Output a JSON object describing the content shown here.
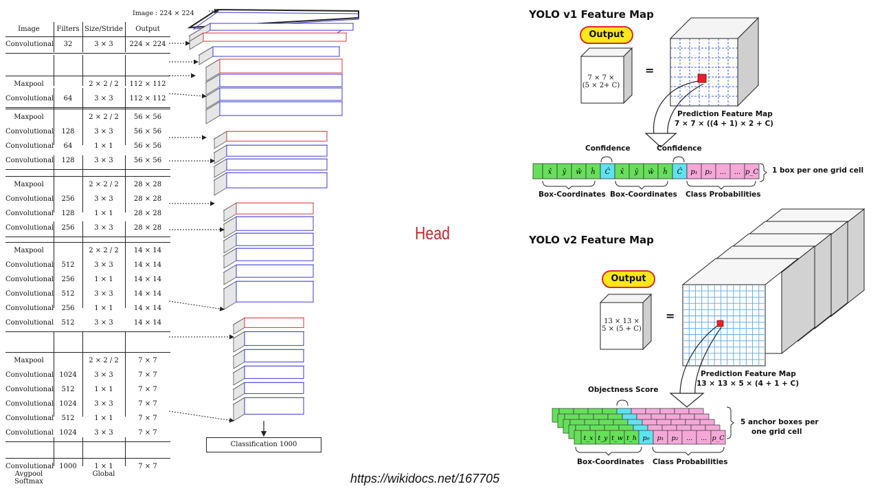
{
  "table": {
    "headers": [
      "Image",
      "Filters",
      "Size/Stride",
      "Output"
    ],
    "groups": [
      [
        [
          "Convolutional",
          "32",
          "3 × 3",
          "224 × 224"
        ]
      ],
      [
        [
          "Maxpool",
          "",
          "2 × 2 / 2",
          "112 × 112"
        ],
        [
          "Convolutional",
          "64",
          "3 × 3",
          "112 × 112"
        ]
      ],
      [
        [
          "Maxpool",
          "",
          "2 × 2 / 2",
          "56 × 56"
        ],
        [
          "Convolutional",
          "128",
          "3 × 3",
          "56 × 56"
        ],
        [
          "Convolutional",
          "64",
          "1 × 1",
          "56 × 56"
        ],
        [
          "Convolutional",
          "128",
          "3 × 3",
          "56 × 56"
        ]
      ],
      [
        [
          "Maxpool",
          "",
          "2 × 2 / 2",
          "28 × 28"
        ],
        [
          "Convolutional",
          "256",
          "3 × 3",
          "28 × 28"
        ],
        [
          "Convolutional",
          "128",
          "1 × 1",
          "28 × 28"
        ],
        [
          "Convolutional",
          "256",
          "3 × 3",
          "28 × 28"
        ]
      ],
      [
        [
          "Maxpool",
          "",
          "2 × 2 / 2",
          "14 × 14"
        ],
        [
          "Convolutional",
          "512",
          "3 × 3",
          "14 × 14"
        ],
        [
          "Convolutional",
          "256",
          "1 × 1",
          "14 × 14"
        ],
        [
          "Convolutional",
          "512",
          "3 × 3",
          "14 × 14"
        ],
        [
          "Convolutional",
          "256",
          "1 × 1",
          "14 × 14"
        ],
        [
          "Convolutional",
          "512",
          "3 × 3",
          "14 × 14"
        ]
      ],
      [
        [
          "Maxpool",
          "",
          "2 × 2 / 2",
          "7 × 7"
        ],
        [
          "Convolutional",
          "1024",
          "3 × 3",
          "7 × 7"
        ],
        [
          "Convolutional",
          "512",
          "1 × 1",
          "7 × 7"
        ],
        [
          "Convolutional",
          "1024",
          "3 × 3",
          "7 × 7"
        ],
        [
          "Convolutional",
          "512",
          "1 × 1",
          "7 × 7"
        ],
        [
          "Convolutional",
          "1024",
          "3 × 3",
          "7 × 7"
        ]
      ],
      [
        [
          "Convolutional\nAvgpool\nSoftmax",
          "1000",
          "1 × 1\nGlobal",
          "7 × 7"
        ]
      ]
    ]
  },
  "image_size_label": "Image : 224 × 224",
  "classification_label": "Classification 1000",
  "head_label": "Head",
  "url": "https://wikidocs.net/167705",
  "v1": {
    "title": "YOLO v1 Feature Map",
    "output_label": "Output",
    "output_box": "7 × 7 ×\n(5 × 2+ C)",
    "equals": "=",
    "prediction_title": "Prediction Feature Map",
    "prediction_formula": "7 × 7 × ((4 + 1) × 2 + C)",
    "confidence_1": "Confidence",
    "confidence_2": "Confidence",
    "cells": [
      "x̂",
      "ŷ",
      "ŵ",
      "ĥ",
      "Ĉ",
      "x̂",
      "ŷ",
      "ŵ",
      "ĥ",
      "Ĉ",
      "p₁",
      "p₂",
      "...",
      "...",
      "p_C"
    ],
    "side_note": "1 box per one grid cell",
    "box_coords_1": "Box-Coordinates",
    "box_coords_2": "Box-Coordinates",
    "class_probs": "Class Probabilities"
  },
  "v2": {
    "title": "YOLO v2 Feature Map",
    "output_label": "Output",
    "output_box": "13 × 13 ×\n5 × (5 + C)",
    "equals": "=",
    "prediction_title": "Prediction Feature Map",
    "prediction_formula": "13 × 13 × 5 × (4 + 1 + C)",
    "objectness": "Objectness Score",
    "cells": [
      "t_x",
      "t_y",
      "t_w",
      "t_h",
      "p₀",
      "p₁",
      "p₂",
      "...",
      "...",
      "p_C"
    ],
    "side_note_1": "5 anchor boxes per",
    "side_note_2": "one grid cell",
    "box_coords": "Box-Coordinates",
    "class_probs": "Class Probabilities"
  },
  "colors": {
    "green": "#66e05a",
    "cyan": "#5fe3ee",
    "pink": "#f5a8d8",
    "blue_grid": "#3d5fd8",
    "red_cell": "#e8202a",
    "layer_blue": "#3b3bd0",
    "layer_red": "#d23a3a",
    "head_red": "#c0282e",
    "pill_yellow": "#ffe71a"
  }
}
